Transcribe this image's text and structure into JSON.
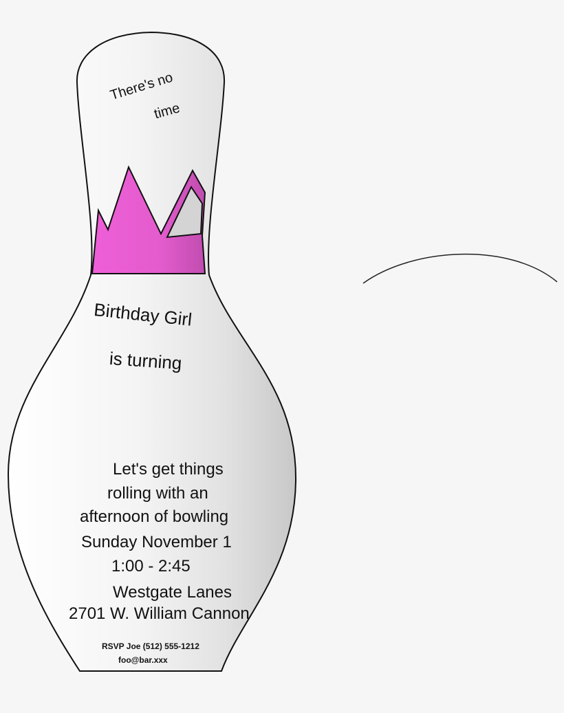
{
  "pin": {
    "tagline_line1": "There's no",
    "tagline_line2": "time"
  },
  "invite": {
    "headline": "Birthday Girl",
    "subhead": "is turning",
    "message_line1": "Let's get things",
    "message_line2": "rolling with an",
    "message_line3": "afternoon of bowling",
    "date": "Sunday November 1",
    "time": "1:00 - 2:45",
    "venue": "Westgate Lanes",
    "address": "2701 W. William Cannon",
    "rsvp": "RSVP  Joe  (512) 555-1212",
    "email": "foo@bar.xxx"
  },
  "colors": {
    "background": "#f6f6f6",
    "pin_fill": "#f2f2f2",
    "pin_shade": "#c9c9c9",
    "stripe": "#e85ad2",
    "outline": "#111111"
  }
}
